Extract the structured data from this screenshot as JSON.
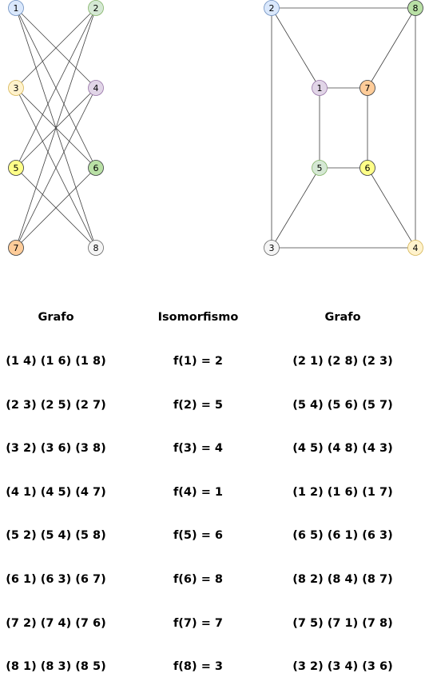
{
  "graph_left": {
    "nodes": [
      {
        "id": "1",
        "color": "#dae8fc",
        "stroke": "#6c8ebf"
      },
      {
        "id": "2",
        "color": "#d5e8d4",
        "stroke": "#82b366"
      },
      {
        "id": "3",
        "color": "#fff2cc",
        "stroke": "#d6b656"
      },
      {
        "id": "4",
        "color": "#e1d5e7",
        "stroke": "#9673a6"
      },
      {
        "id": "5",
        "color": "#ffff88",
        "stroke": "#36393d"
      },
      {
        "id": "6",
        "color": "#b9e0a5",
        "stroke": "#36393d"
      },
      {
        "id": "7",
        "color": "#ffcc99",
        "stroke": "#36393d"
      },
      {
        "id": "8",
        "color": "#f5f5f5",
        "stroke": "#666666"
      }
    ],
    "edges": [
      [
        "1",
        "4"
      ],
      [
        "1",
        "6"
      ],
      [
        "1",
        "8"
      ],
      [
        "2",
        "3"
      ],
      [
        "2",
        "5"
      ],
      [
        "2",
        "7"
      ],
      [
        "3",
        "6"
      ],
      [
        "3",
        "8"
      ],
      [
        "4",
        "5"
      ],
      [
        "4",
        "7"
      ],
      [
        "5",
        "8"
      ],
      [
        "6",
        "7"
      ]
    ]
  },
  "graph_right": {
    "nodes": [
      {
        "id": "2",
        "color": "#dae8fc",
        "stroke": "#6c8ebf"
      },
      {
        "id": "8",
        "color": "#b9e0a5",
        "stroke": "#36393d"
      },
      {
        "id": "1",
        "color": "#e1d5e7",
        "stroke": "#9673a6"
      },
      {
        "id": "7",
        "color": "#ffcc99",
        "stroke": "#36393d"
      },
      {
        "id": "5",
        "color": "#d5e8d4",
        "stroke": "#82b366"
      },
      {
        "id": "6",
        "color": "#ffff88",
        "stroke": "#36393d"
      },
      {
        "id": "3",
        "color": "#f5f5f5",
        "stroke": "#666666"
      },
      {
        "id": "4",
        "color": "#fff2cc",
        "stroke": "#d6b656"
      }
    ],
    "edges": [
      [
        "2",
        "8"
      ],
      [
        "2",
        "1"
      ],
      [
        "2",
        "3"
      ],
      [
        "8",
        "7"
      ],
      [
        "8",
        "4"
      ],
      [
        "1",
        "7"
      ],
      [
        "1",
        "5"
      ],
      [
        "7",
        "6"
      ],
      [
        "5",
        "6"
      ],
      [
        "5",
        "3"
      ],
      [
        "6",
        "4"
      ],
      [
        "3",
        "4"
      ]
    ]
  },
  "columns": {
    "left": {
      "title": "Grafo",
      "lines": [
        "(1 4) (1 6) (1 8)",
        "(2 3) (2 5) (2 7)",
        "(3 2) (3 6) (3 8)",
        "(4 1) (4 5) (4 7)",
        "(5 2) (5 4) (5 8)",
        "(6 1) (6 3) (6 7)",
        "(7 2) (7 4) (7 6)",
        "(8 1) (8 3) (8 5)"
      ]
    },
    "middle": {
      "title": "Isomorfismo",
      "lines": [
        "f(1) = 2",
        "f(2) = 5",
        "f(3) = 4",
        "f(4) = 1",
        "f(5) = 6",
        "f(6) = 8",
        "f(7) = 7",
        "f(8) = 3"
      ]
    },
    "right": {
      "title": "Grafo",
      "lines": [
        "(2 1) (2 8) (2 3)",
        "(5 4) (5 6) (5 7)",
        "(4 5) (4 8) (4 3)",
        "(1 2) (1 6) (1 7)",
        "(6 5) (6 1) (6 3)",
        "(8 2) (8 4) (8 7)",
        "(7 5) (7 1) (7 8)",
        "(3 2) (3 4) (3 6)"
      ]
    }
  }
}
